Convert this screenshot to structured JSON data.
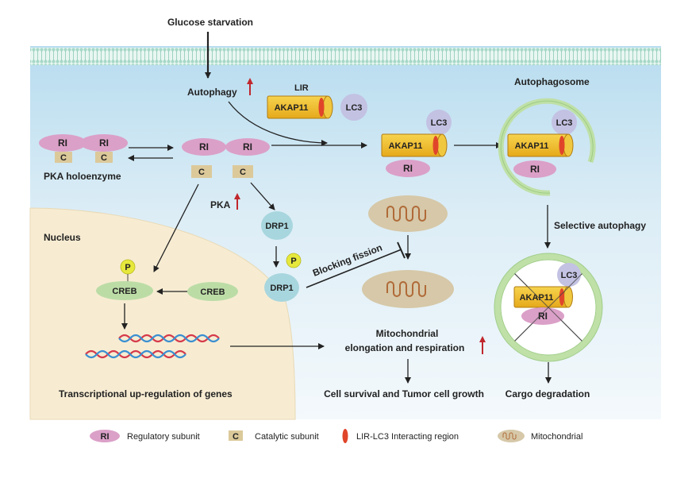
{
  "labels": {
    "glucose_starvation": "Glucose starvation",
    "autophagy": "Autophagy",
    "lir": "LIR",
    "akap11": "AKAP11",
    "lc3": "LC3",
    "ri": "RI",
    "c": "C",
    "pka_holoenzyme": "PKA holoenzyme",
    "pka": "PKA",
    "drp1": "DRP1",
    "p": "P",
    "creb": "CREB",
    "blocking_fission": "Blocking fission",
    "nucleus": "Nucleus",
    "autophagosome": "Autophagosome",
    "selective_autophagy": "Selective autophagy",
    "mito_line1": "Mitochondrial",
    "mito_line2": "elongation and respiration",
    "transcriptional": "Transcriptional up-regulation of genes",
    "cell_survival": "Cell survival and Tumor cell growth",
    "cargo_degradation": "Cargo degradation"
  },
  "legend": {
    "ri_symbol": "RI",
    "regulatory": "Regulatory subunit",
    "c_symbol": "C",
    "catalytic": "Catalytic subunit",
    "lir_region": "LIR-LC3 Interacting region",
    "mitochondrial": "Mitochondrial"
  },
  "colors": {
    "cytoplasm_top": "#bfe0f0",
    "membrane": "#9fd4c6",
    "nucleus": "#f7ecd2",
    "ri_fill": "#dba0c8",
    "c_fill": "#dcc99a",
    "akap_fill": "#f2c230",
    "lir_red": "#e0452a",
    "lc3_fill": "#c3c2e3",
    "drp1_fill": "#a8d6de",
    "creb_fill": "#bcdca6",
    "p_fill": "#e6e83c",
    "mito_fill": "#d6c8a8",
    "up_arrow": "#c0272d"
  }
}
